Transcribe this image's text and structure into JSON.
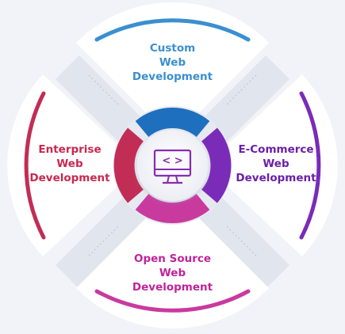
{
  "segments": {
    "top": {
      "lines": [
        "Custom",
        "Web",
        "Development"
      ],
      "color": "#3a8fd0",
      "ring": "#1f6fbf"
    },
    "right": {
      "lines": [
        "E-Commerce",
        "Web",
        "Development"
      ],
      "color": "#6a1fa8",
      "ring": "#7a2bb8"
    },
    "bottom": {
      "lines": [
        "Open Source",
        "Web",
        "Development"
      ],
      "color": "#c0239a",
      "ring": "#c93a9e"
    },
    "left": {
      "lines": [
        "Enterprise",
        "Web",
        "Development"
      ],
      "color": "#c9284f",
      "ring": "#c22d55"
    }
  },
  "center_icon": {
    "name": "monitor-code-icon",
    "glyph": "< >",
    "color": "#8a2bb0"
  }
}
